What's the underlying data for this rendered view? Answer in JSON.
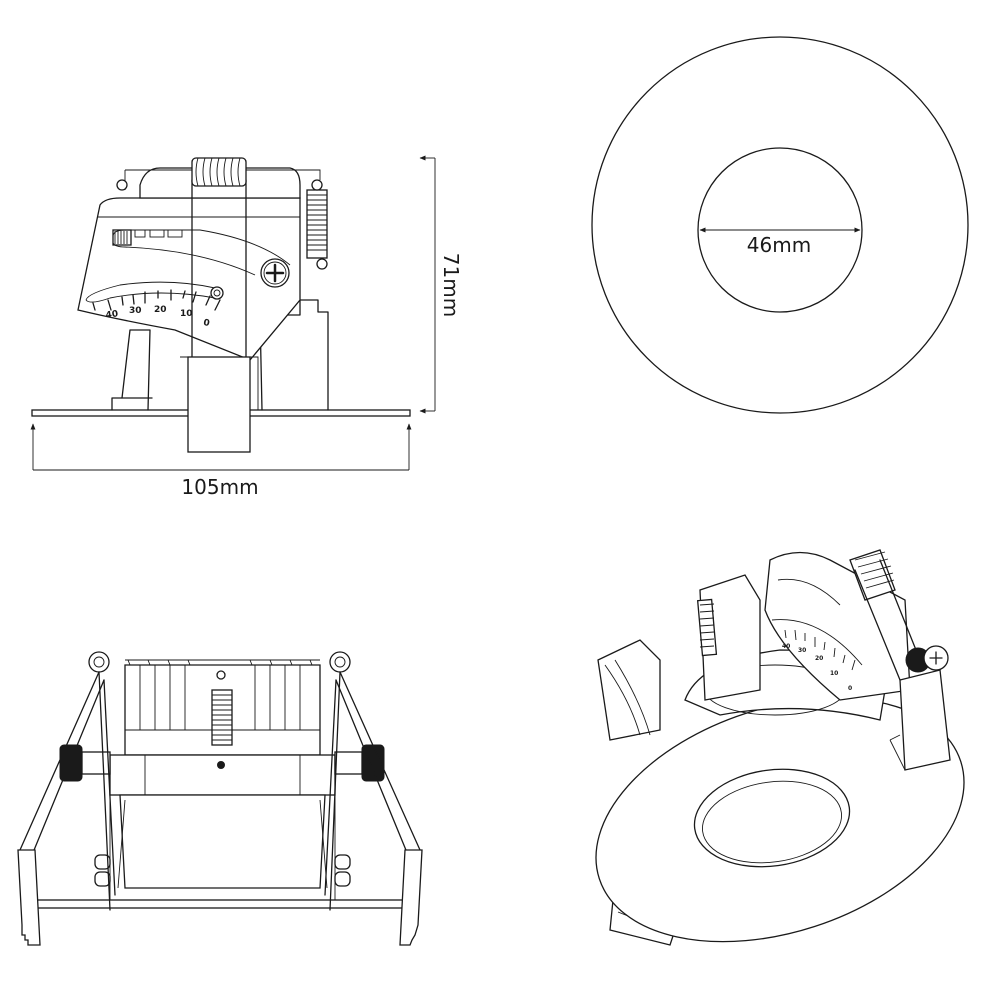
{
  "dimensions": {
    "width_label": "105mm",
    "height_label": "71mm",
    "cutout_label": "46mm"
  },
  "tilt_scale": {
    "labels": [
      "40",
      "30",
      "20",
      "10",
      "0"
    ]
  },
  "colors": {
    "line": "#1a1a1a",
    "background": "#ffffff"
  }
}
